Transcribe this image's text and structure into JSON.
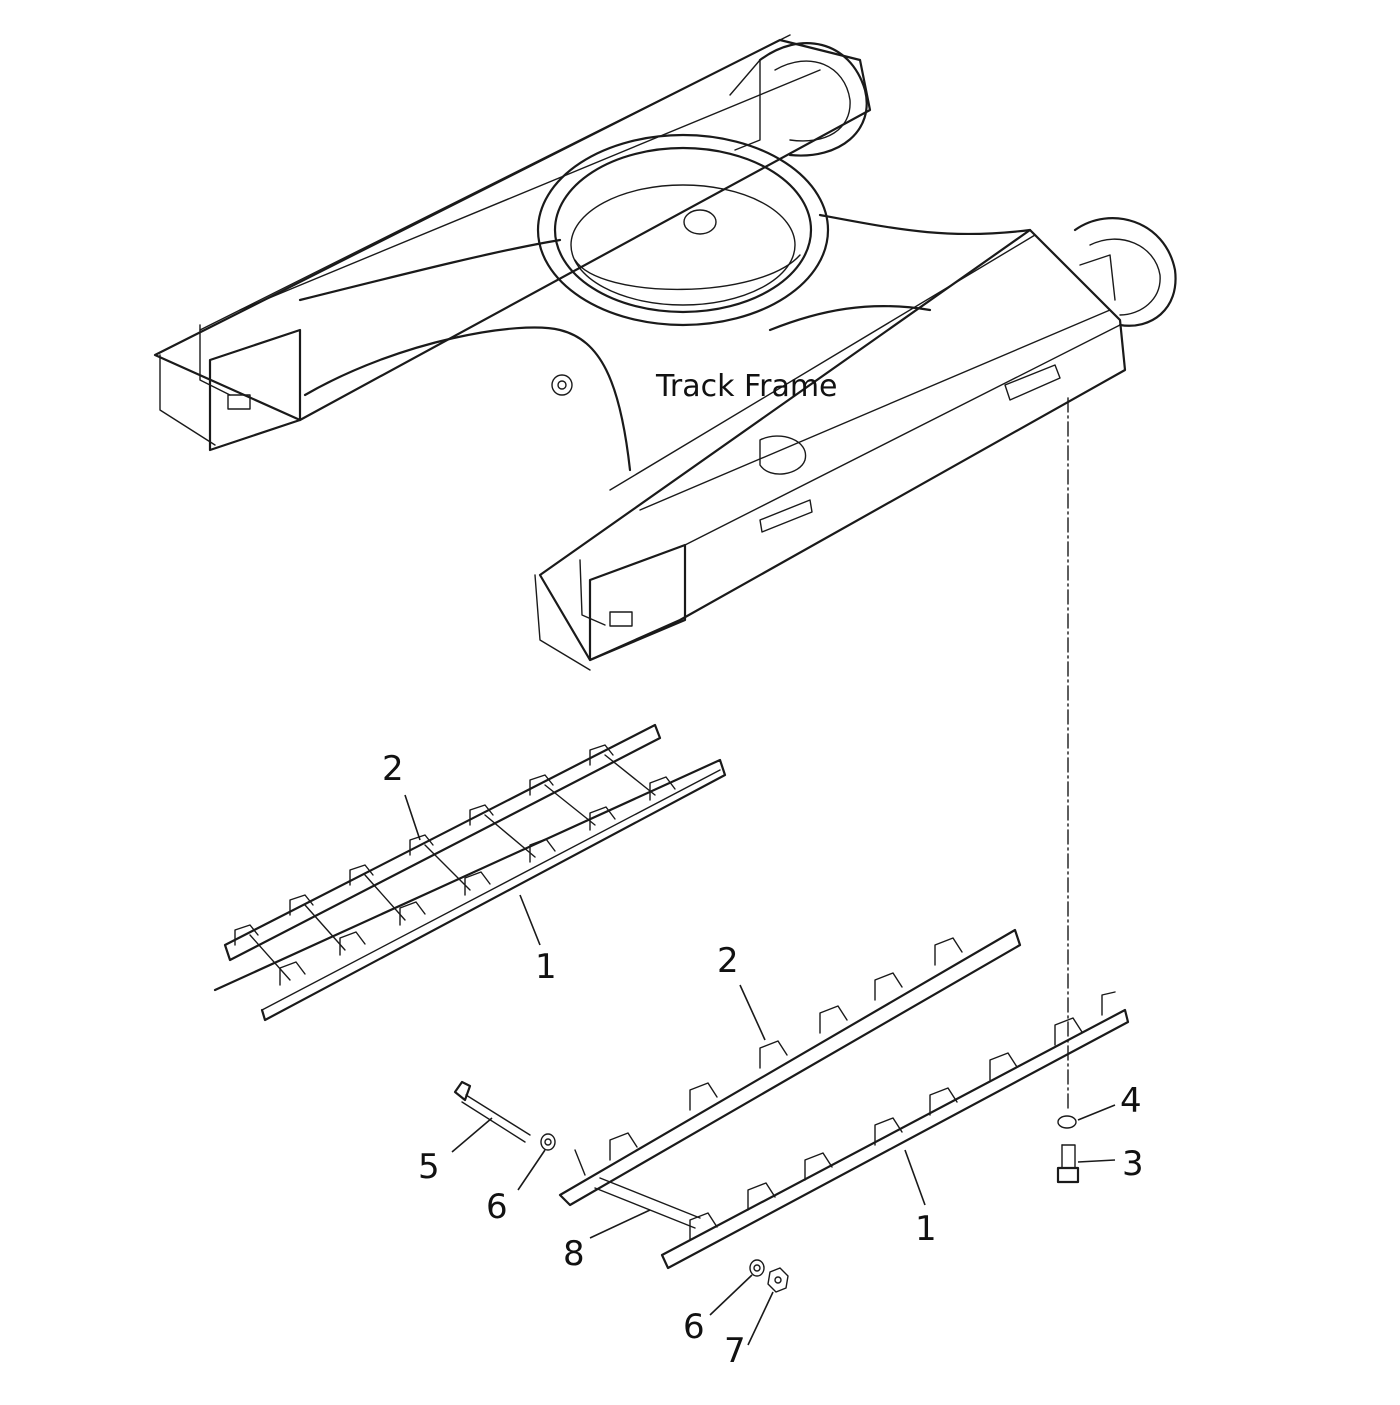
{
  "title": "Track Frame",
  "callouts": [
    "1",
    "2",
    "3",
    "4",
    "5",
    "6",
    "7",
    "8"
  ]
}
